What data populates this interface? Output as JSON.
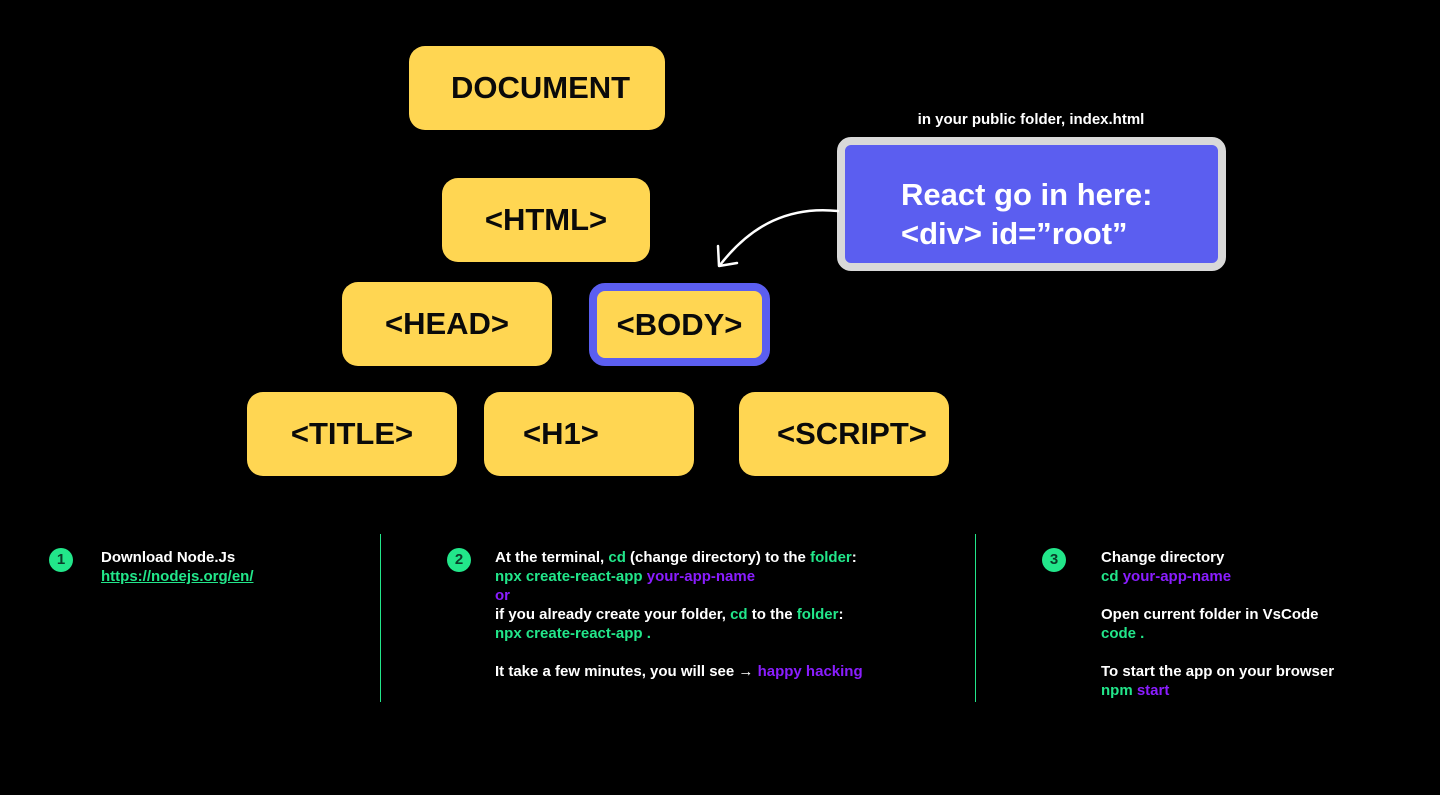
{
  "tree": {
    "document": "DOCUMENT",
    "html": "<HTML>",
    "head": "<HEAD>",
    "body": "<BODY>",
    "title": "<TITLE>",
    "h1": "<H1>",
    "script": "<SCRIPT>"
  },
  "callout": {
    "caption": "in your public folder, index.html",
    "line1": "React go in here:",
    "line2": "<div> id=”root”"
  },
  "steps": [
    {
      "number": "1",
      "title": "Download Node.Js",
      "link": "https://nodejs.org/en/"
    },
    {
      "number": "2",
      "l1_a": "At the terminal, ",
      "l1_b": "cd",
      "l1_c": " (change directory) to the ",
      "l1_d": "folder",
      "l1_e": ":",
      "l2_a": "npx create-react-app ",
      "l2_b": "your-app-name",
      "l3": "or",
      "l4_a": "if you already create your folder, ",
      "l4_b": "cd",
      "l4_c": " to the ",
      "l4_d": "folder",
      "l4_e": ":",
      "l5": "npx create-react-app .",
      "l6_a": "It take a few minutes, you will see → ",
      "l6_b": "happy hacking"
    },
    {
      "number": "3",
      "title1": "Change directory",
      "cmd1_a": "cd ",
      "cmd1_b": "your-app-name",
      "title2": "Open current folder in VsCode",
      "cmd2": "code .",
      "title3": "To start the app on your browser",
      "cmd3_a": "npm ",
      "cmd3_b": "start"
    }
  ],
  "colors": {
    "node": "#ffd652",
    "accent": "#5b5ef0",
    "green": "#22e68a",
    "purple": "#8a1dff"
  }
}
